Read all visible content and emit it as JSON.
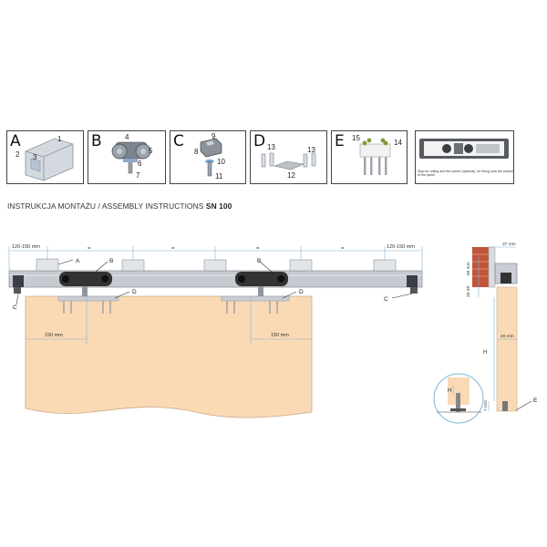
{
  "panels": [
    {
      "letter": "A",
      "parts": [
        "1",
        "2",
        "3"
      ]
    },
    {
      "letter": "B",
      "parts": [
        "4",
        "5",
        "6",
        "7"
      ]
    },
    {
      "letter": "C",
      "parts": [
        "9",
        "8",
        "10",
        "11"
      ]
    },
    {
      "letter": "D",
      "parts": [
        "13",
        "13",
        "12"
      ]
    },
    {
      "letter": "E",
      "parts": [
        "15",
        "14"
      ]
    }
  ],
  "note": "Stop for rolling and the carrier (optional), for fixing onto the bottom of the panel",
  "title": {
    "prefix": "INSTRUKCJA MONTAŻU / ASSEMBLY INSTRUCTIONS",
    "model": "SN 100"
  },
  "front": {
    "dim_side": "120-150 mm",
    "dim_equal": "=",
    "dim_inset": "150 mm",
    "callouts": [
      "A",
      "B",
      "B",
      "C",
      "C",
      "D",
      "D"
    ]
  },
  "side": {
    "dim_top": "37 mm",
    "dim_a": "69 mm",
    "dim_b": "25-30",
    "dim_c": "40 mm",
    "dim_h": "H",
    "dim_f": "7 mm",
    "callout_e": "E",
    "detail_h": "H"
  },
  "colors": {
    "door": "#fad9b5",
    "rail": "#c6cbd2",
    "brick": "#c0563c",
    "carrier": "#333333",
    "line": "#7fb6d8"
  }
}
